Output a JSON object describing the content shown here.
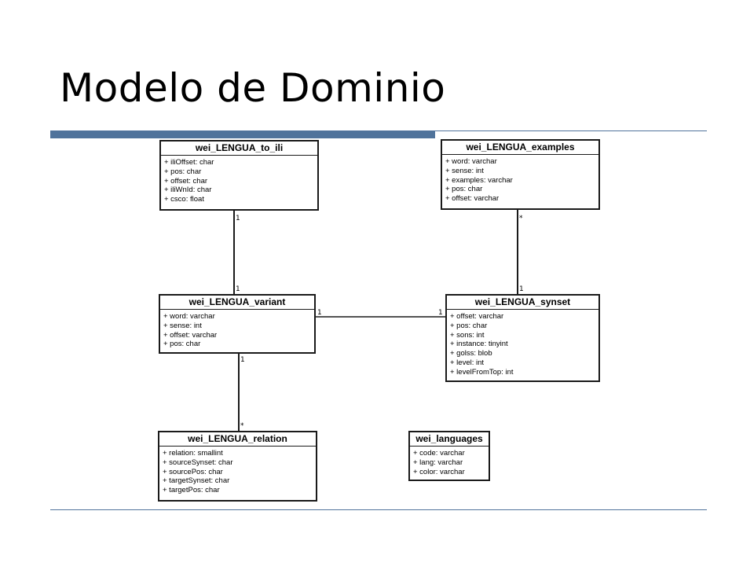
{
  "slide": {
    "title": "Modelo de Dominio"
  },
  "theme": {
    "accent": "#50739b",
    "border": "#1a1a1a"
  },
  "diagram": {
    "classes": {
      "to_ili": {
        "name": "wei_LENGUA_to_ili",
        "attributes": [
          "+ iliOffset: char",
          "+ pos: char",
          "+ offset: char",
          "+ iliWnId: char",
          "+ csco: float"
        ]
      },
      "examples": {
        "name": "wei_LENGUA_examples",
        "attributes": [
          "+ word: varchar",
          "+ sense: int",
          "+ examples: varchar",
          "+ pos: char",
          "+ offset: varchar"
        ]
      },
      "variant": {
        "name": "wei_LENGUA_variant",
        "attributes": [
          "+ word: varchar",
          "+ sense: int",
          "+ offset: varchar",
          "+ pos: char"
        ]
      },
      "synset": {
        "name": "wei_LENGUA_synset",
        "attributes": [
          "+ offset: varchar",
          "+ pos: char",
          "+ sons: int",
          "+ instance: tinyint",
          "+ golss: blob",
          "+ level: int",
          "+ levelFromTop: int"
        ]
      },
      "relation": {
        "name": "wei_LENGUA_relation",
        "attributes": [
          "+ relation: smallint",
          "+ sourceSynset: char",
          "+ sourcePos: char",
          "+ targetSynset: char",
          "+ targetPos: char"
        ]
      },
      "languages": {
        "name": "wei_languages",
        "attributes": [
          "+ code: varchar",
          "+ lang: varchar",
          "+ color: varchar"
        ]
      }
    },
    "associations": [
      {
        "from": "to_ili",
        "to": "variant",
        "from_mult": "1",
        "to_mult": "1"
      },
      {
        "from": "examples",
        "to": "synset",
        "from_mult": "*",
        "to_mult": "1"
      },
      {
        "from": "variant",
        "to": "synset",
        "from_mult": "1",
        "to_mult": "1"
      },
      {
        "from": "variant",
        "to": "relation",
        "from_mult": "1",
        "to_mult": "*"
      }
    ]
  }
}
